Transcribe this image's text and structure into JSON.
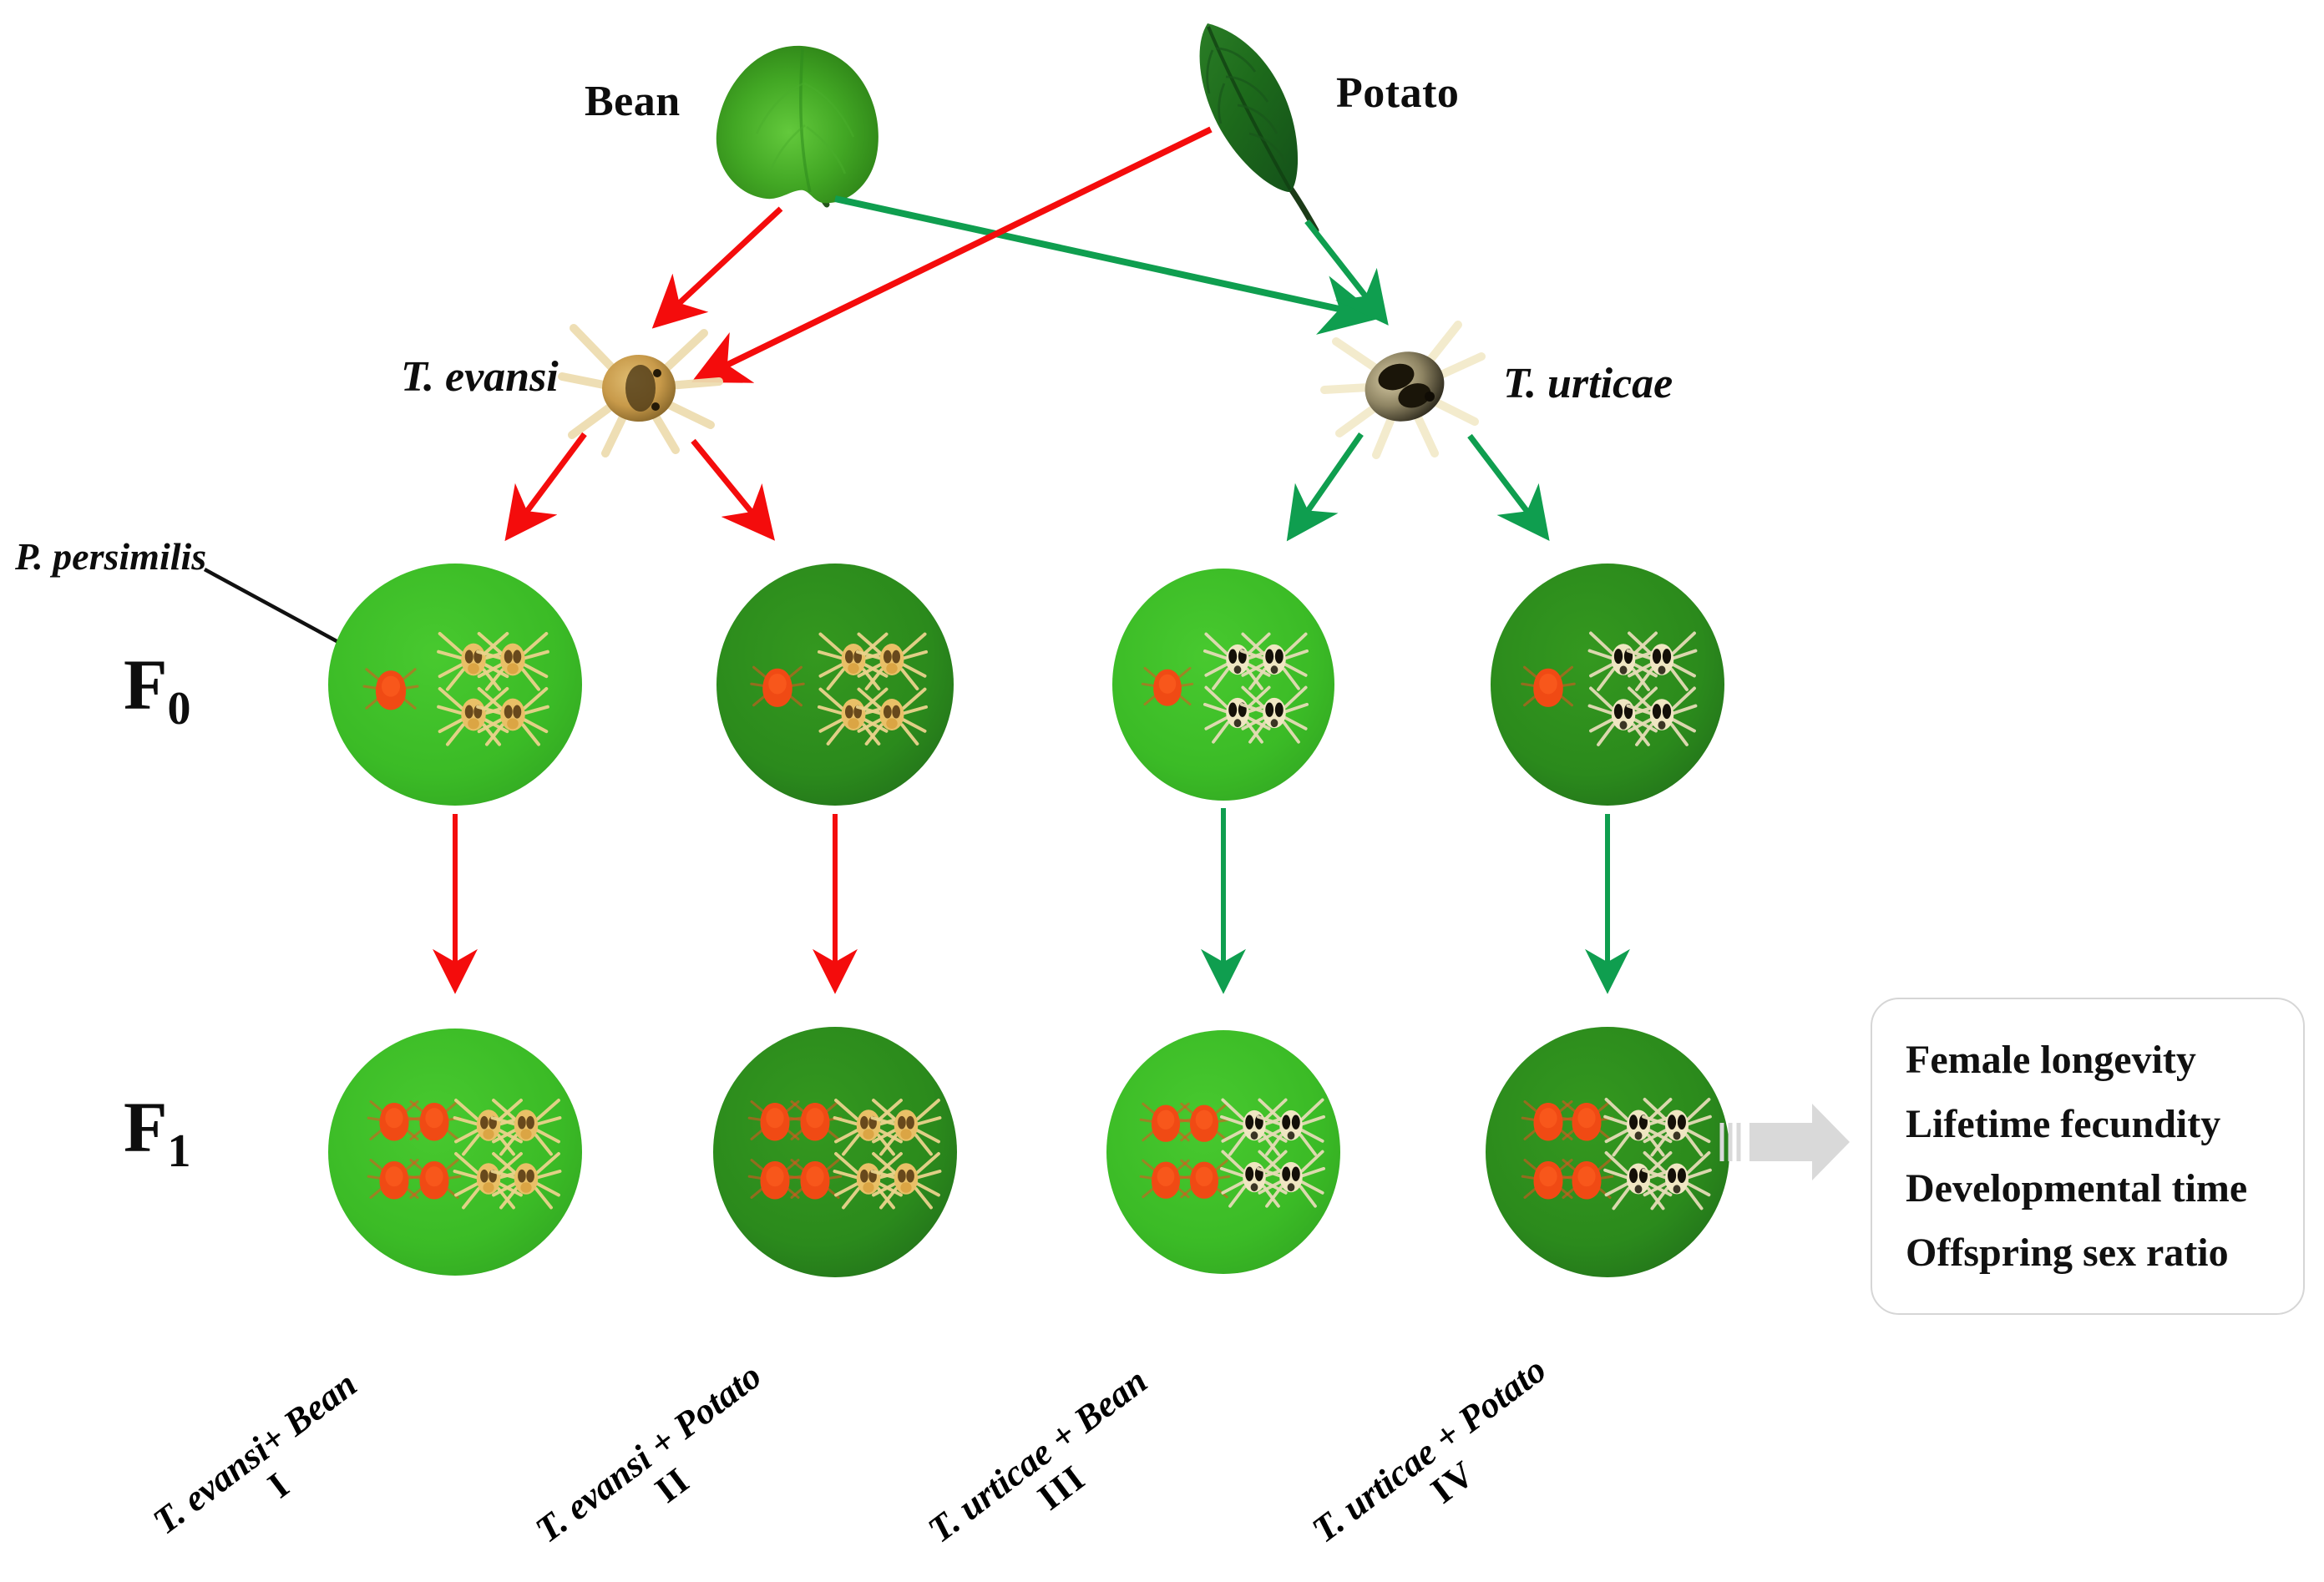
{
  "figure": {
    "type": "experimental-design-flow-diagram",
    "background": "#ffffff"
  },
  "plants": [
    {
      "name": "Bean",
      "label": "Bean",
      "leaf_color": "#3e9e22",
      "shape": "heart"
    },
    {
      "name": "Potato",
      "label": "Potato",
      "leaf_color": "#1f6b1d",
      "shape": "lanceolate"
    }
  ],
  "herbivores": [
    {
      "id": "evansi",
      "label": "T. evansi",
      "body_color": "#c79a4e",
      "leg_color": "#efdca8"
    },
    {
      "id": "urticae",
      "label": "T. urticae",
      "body_color": "#3b3324",
      "leg_color": "#f1e6c8"
    }
  ],
  "predator": {
    "label": "P. persimilis",
    "color": "#ef4a15"
  },
  "generations": [
    {
      "label": "F",
      "sub": "0"
    },
    {
      "label": "F",
      "sub": "1"
    }
  ],
  "arena_colors": {
    "bean_light_green": "#3bbb26",
    "potato_dark_green": "#2b8a1c"
  },
  "arrow_colors": {
    "evansi_red": "#f40c0c",
    "urticae_green": "#0f9e4f",
    "pointer_black": "#111111",
    "result_gray": "#d9d9d9"
  },
  "treatments": [
    {
      "roman": "I",
      "label": "T. evansi+ Bean",
      "host": "Bean",
      "mite": "T. evansi",
      "arena": "bean_light_green"
    },
    {
      "roman": "II",
      "label": "T. evansi + Potato",
      "host": "Potato",
      "mite": "T. evansi",
      "arena": "potato_dark_green"
    },
    {
      "roman": "III",
      "label": "T. urticae + Bean",
      "host": "Bean",
      "mite": "T. urticae",
      "arena": "bean_light_green"
    },
    {
      "roman": "IV",
      "label": "T. urticae + Potato",
      "host": "Potato",
      "mite": "T. urticae",
      "arena": "potato_dark_green"
    }
  ],
  "f0_counts": {
    "predators": 1,
    "prey": 4
  },
  "f1_counts": {
    "predators": 4,
    "prey": 4
  },
  "results": {
    "items": [
      "Female longevity",
      "Lifetime fecundity",
      "Developmental time",
      "Offspring sex ratio"
    ]
  }
}
